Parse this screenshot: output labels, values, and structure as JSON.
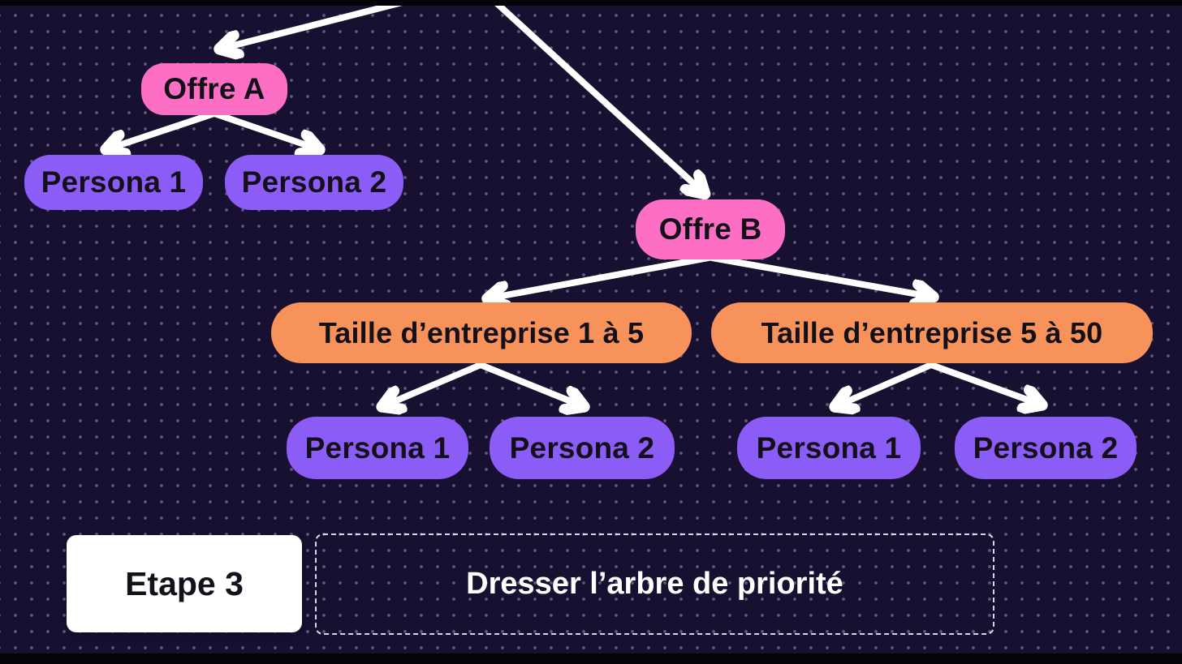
{
  "slide": {
    "kind": "priority-tree-diagram",
    "background_color": "#171031",
    "dot_grid_color": "#9d96bd",
    "arrow_color": "#ffffff"
  },
  "colors": {
    "offer_node": "#fc6fc4",
    "segment_node": "#f7935a",
    "persona_node": "#8b5cf6",
    "step_box_bg": "#ffffff",
    "title_text": "#ffffff",
    "node_text": "#131019"
  },
  "nodes": {
    "offre_a": {
      "label": "Offre A",
      "type": "offer"
    },
    "offre_b": {
      "label": "Offre B",
      "type": "offer"
    },
    "persona_a1": {
      "label": "Persona 1",
      "type": "persona"
    },
    "persona_a2": {
      "label": "Persona 2",
      "type": "persona"
    },
    "taille_1": {
      "label": "Taille d’entreprise 1 à 5",
      "type": "segment"
    },
    "taille_2": {
      "label": "Taille d’entreprise 5 à 50",
      "type": "segment"
    },
    "persona_b1": {
      "label": "Persona 1",
      "type": "persona"
    },
    "persona_b2": {
      "label": "Persona 2",
      "type": "persona"
    },
    "persona_b3": {
      "label": "Persona 1",
      "type": "persona"
    },
    "persona_b4": {
      "label": "Persona 2",
      "type": "persona"
    }
  },
  "edges": [
    {
      "from": "root-offscreen",
      "to": "offre_a"
    },
    {
      "from": "root-offscreen",
      "to": "offre_b"
    },
    {
      "from": "offre_a",
      "to": "persona_a1"
    },
    {
      "from": "offre_a",
      "to": "persona_a2"
    },
    {
      "from": "offre_b",
      "to": "taille_1"
    },
    {
      "from": "offre_b",
      "to": "taille_2"
    },
    {
      "from": "taille_1",
      "to": "persona_b1"
    },
    {
      "from": "taille_1",
      "to": "persona_b2"
    },
    {
      "from": "taille_2",
      "to": "persona_b3"
    },
    {
      "from": "taille_2",
      "to": "persona_b4"
    }
  ],
  "footer": {
    "step_label": "Etape 3",
    "step_title": "Dresser l’arbre de priorité"
  }
}
